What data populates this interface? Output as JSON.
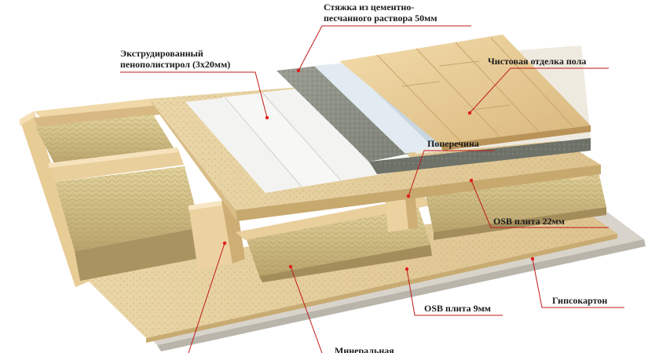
{
  "labels": {
    "screed_line1": "Стяжка из цементно-",
    "screed_line2": "песчанного раствора 50мм",
    "xps_line1": "Экструдированный",
    "xps_line2": "пенополистирол (3х20мм)",
    "finish_floor": "Чистовая отделка пола",
    "crossbar": "Поперечина",
    "osb_22": "OSB плита 22мм",
    "osb_9": "OSB плита 9мм",
    "drywall": "Гипсокартон",
    "mineral_wool_partial": "Минеральная"
  },
  "colors": {
    "leader": "#c01818",
    "pointer_dot": "#e21a1a",
    "wood_light": "#f1d9a6",
    "wood_mid": "#e3c48b",
    "wood_dark": "#c9a36a",
    "wool_light": "#d9c991",
    "wool_dark": "#b7a26a",
    "concrete": "#8e9287",
    "concrete_dark": "#6f7369",
    "xps": "#f4f5f3",
    "membrane": "#dfe8ee",
    "drywall": "#d6d2c8",
    "osb": "#e6cf9d"
  }
}
